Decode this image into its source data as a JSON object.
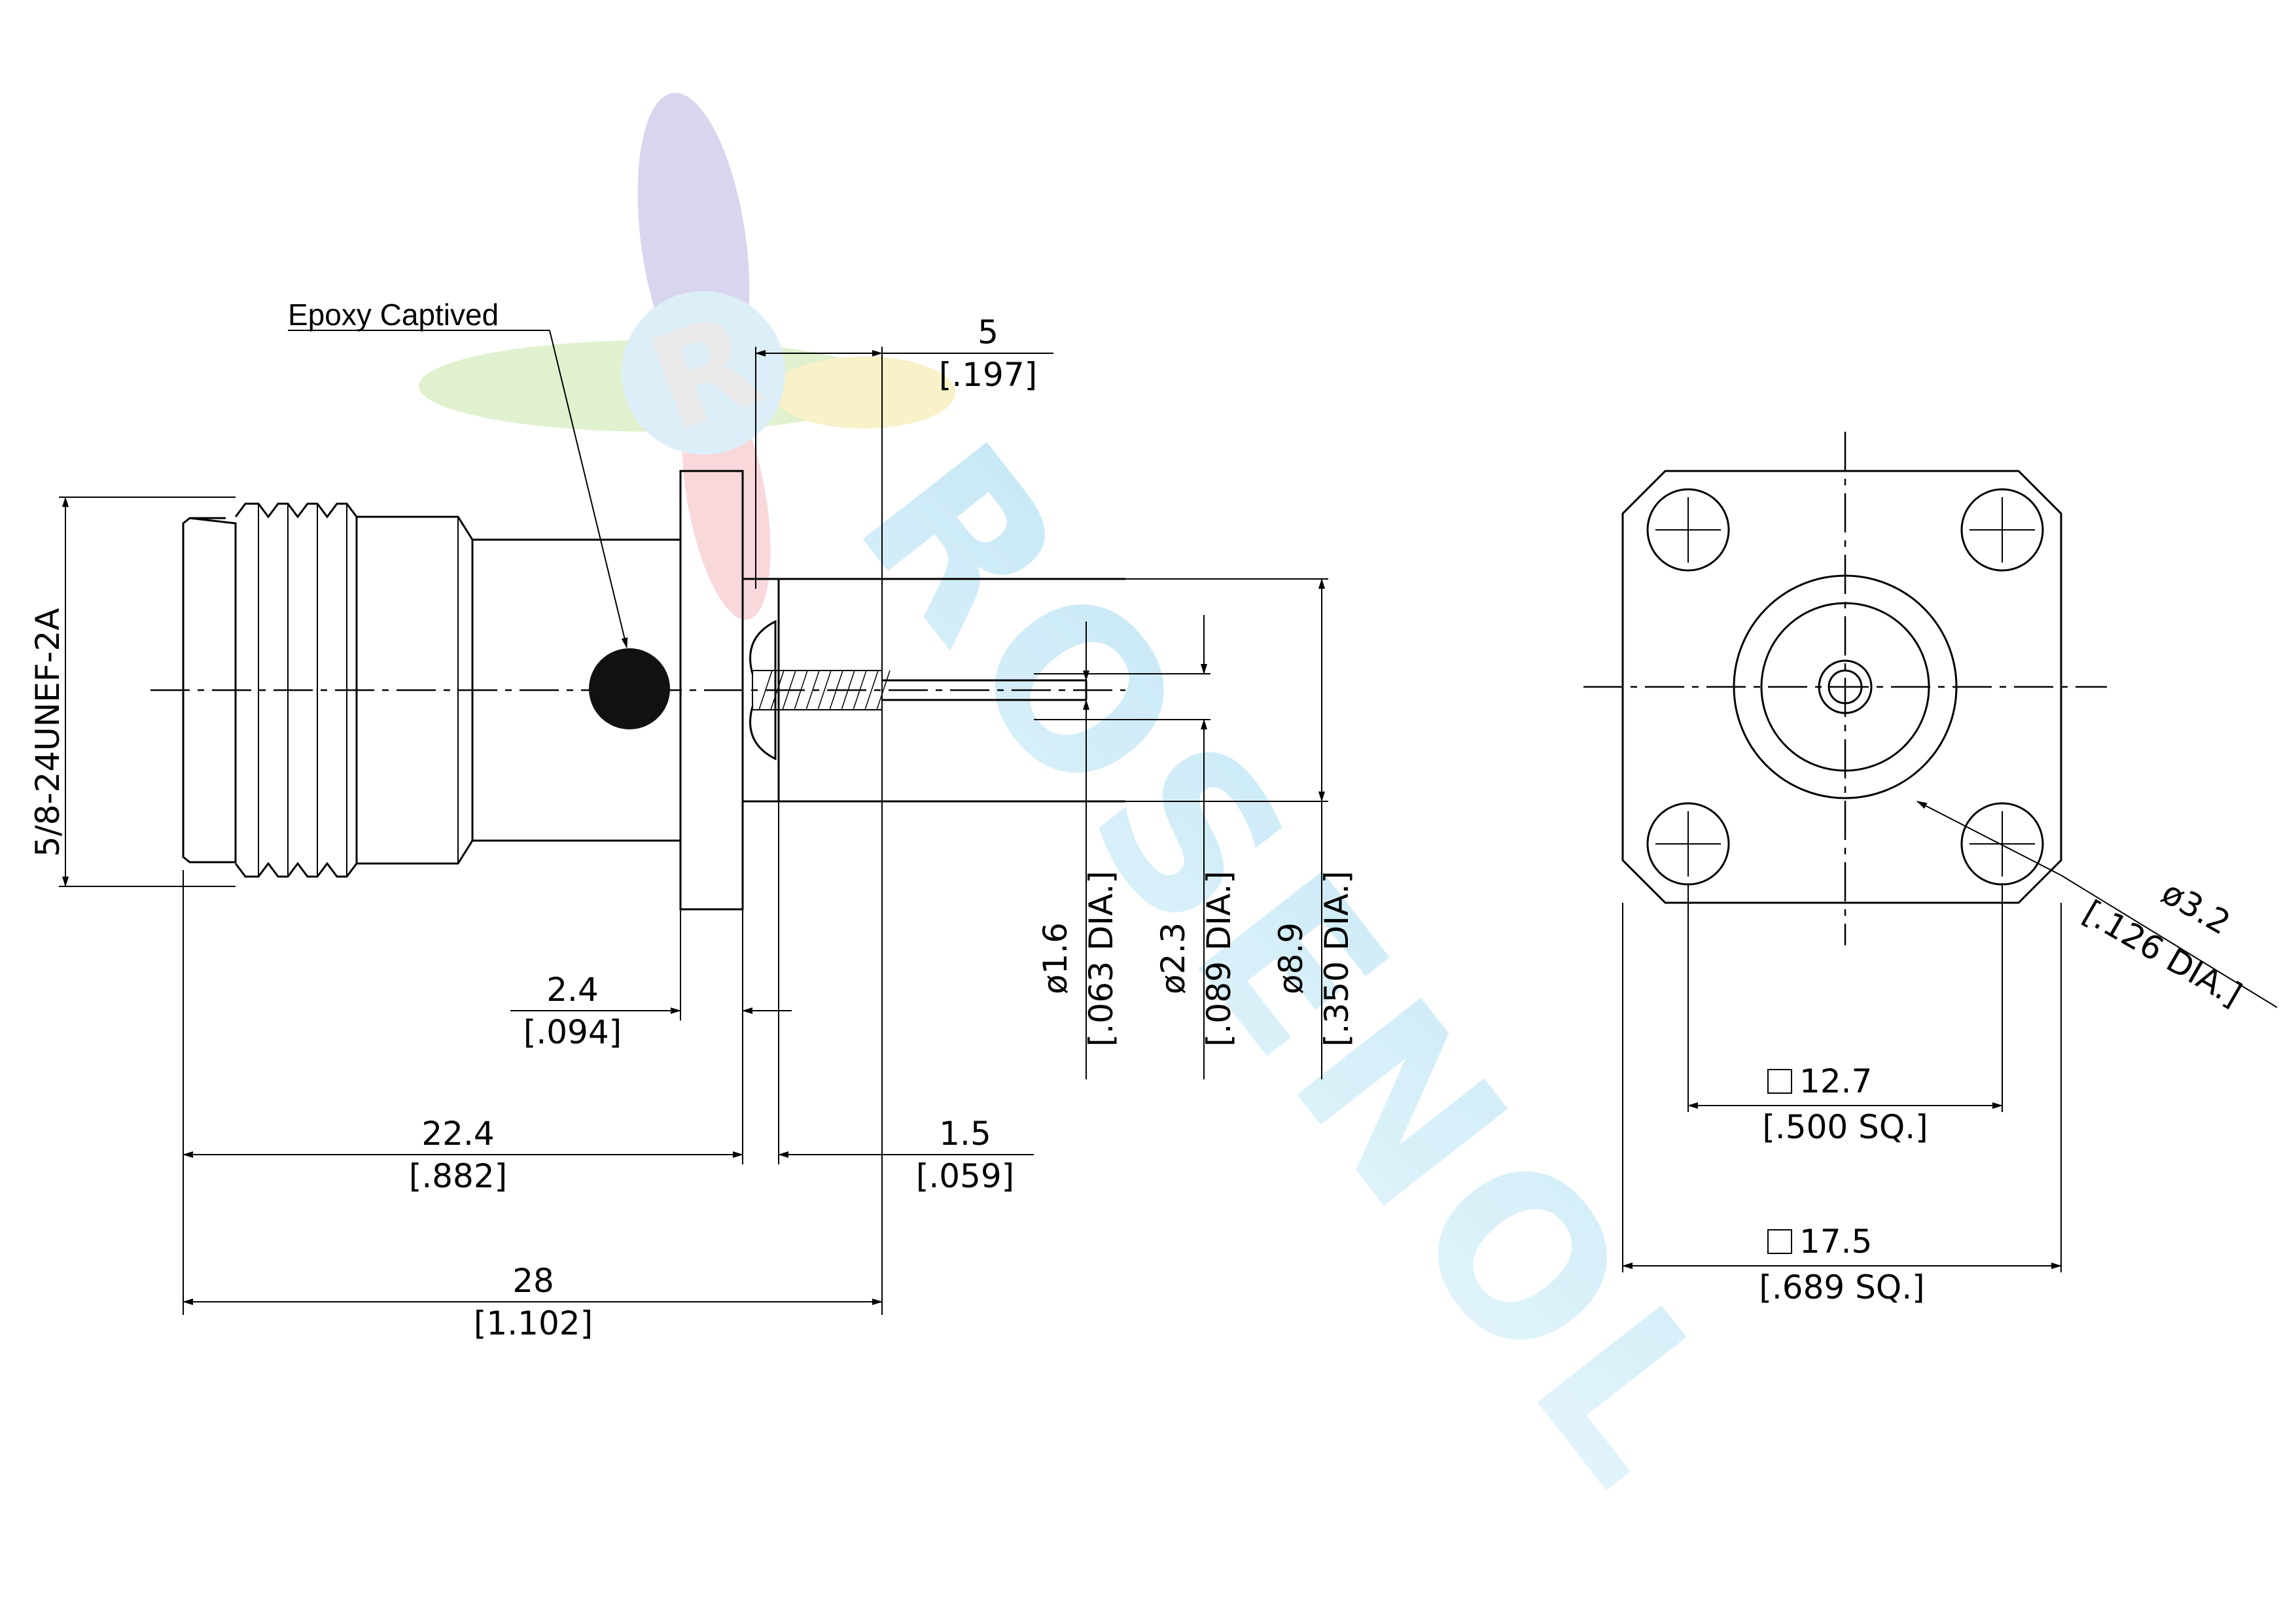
{
  "callout": {
    "label": "Epoxy Captived"
  },
  "thread": {
    "label": "5/8-24UNEF-2A"
  },
  "dims": {
    "overhang": {
      "value": "5",
      "inch": "[.197]"
    },
    "flange_thk": {
      "value": "2.4",
      "inch": "[.094]"
    },
    "body_len": {
      "value": "22.4",
      "inch": "[.882]"
    },
    "step": {
      "value": "1.5",
      "inch": "[.059]"
    },
    "overall": {
      "value": "28",
      "inch": "[1.102]"
    },
    "pin_dia": {
      "value": "ø1.6",
      "inch": "[.063 DIA.]"
    },
    "insul_dia": {
      "value": "ø2.3",
      "inch": "[.089 DIA.]"
    },
    "boss_dia": {
      "value": "ø8.9",
      "inch": "[.350 DIA.]"
    },
    "hole_dia": {
      "value": "ø3.2",
      "inch": "[.126 DIA.]"
    },
    "hole_spacing": {
      "value": "12.7",
      "inch": "[.500 SQ.]"
    },
    "flange_size": {
      "value": "17.5",
      "inch": "[.689 SQ.]"
    }
  },
  "watermark": {
    "text": "ROSENOL"
  }
}
